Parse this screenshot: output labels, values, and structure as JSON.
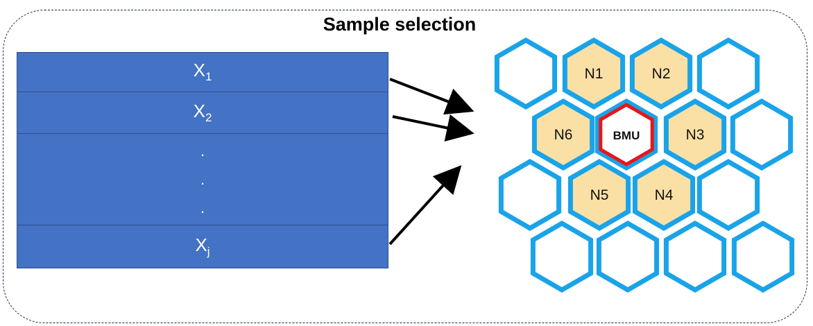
{
  "title": "Sample selection",
  "samples": {
    "first": {
      "base": "X",
      "sub": "1"
    },
    "second": {
      "base": "X",
      "sub": "2"
    },
    "ellipsis": [
      ".",
      ".",
      "."
    ],
    "last": {
      "base": "X",
      "sub": "j"
    }
  },
  "som": {
    "bmu_label": "BMU",
    "neighbors": [
      "N1",
      "N2",
      "N3",
      "N4",
      "N5",
      "N6"
    ],
    "colors": {
      "hex_border": "#1aa3e8",
      "neighbor_fill": "#fbe0a5",
      "empty_fill": "#ffffff",
      "bmu_border": "#e8151b",
      "sample_fill": "#4472c4",
      "arrow": "#000000"
    }
  }
}
